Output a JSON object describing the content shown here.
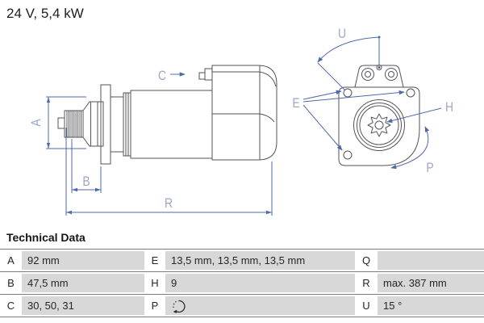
{
  "title": "24 V, 5,4 kW",
  "colors": {
    "drawing_outline": "#53535b",
    "dimension_line": "#4e69ac",
    "dimension_label": "#9ba7c5",
    "table_value_bg": "#d8d8d8",
    "table_line": "#7d7d7d",
    "text": "#1e1e1e"
  },
  "diagram": {
    "side_view": {
      "labels": {
        "a": "A",
        "b": "B",
        "c": "C",
        "r": "R"
      }
    },
    "front_view": {
      "labels": {
        "u": "U",
        "e": "E",
        "h": "H",
        "p": "P"
      }
    }
  },
  "table": {
    "header": "Technical Data",
    "rows": [
      [
        {
          "key": "A",
          "value": "92 mm"
        },
        {
          "key": "E",
          "value": "13,5 mm, 13,5 mm, 13,5 mm"
        },
        {
          "key": "Q",
          "value": ""
        }
      ],
      [
        {
          "key": "B",
          "value": "47,5 mm"
        },
        {
          "key": "H",
          "value": "9"
        },
        {
          "key": "R",
          "value": "max. 387 mm"
        }
      ],
      [
        {
          "key": "C",
          "value": "30, 50, 31"
        },
        {
          "key": "P",
          "value": "",
          "icon": "rotation-ccw"
        },
        {
          "key": "U",
          "value": "15 °"
        }
      ]
    ]
  }
}
